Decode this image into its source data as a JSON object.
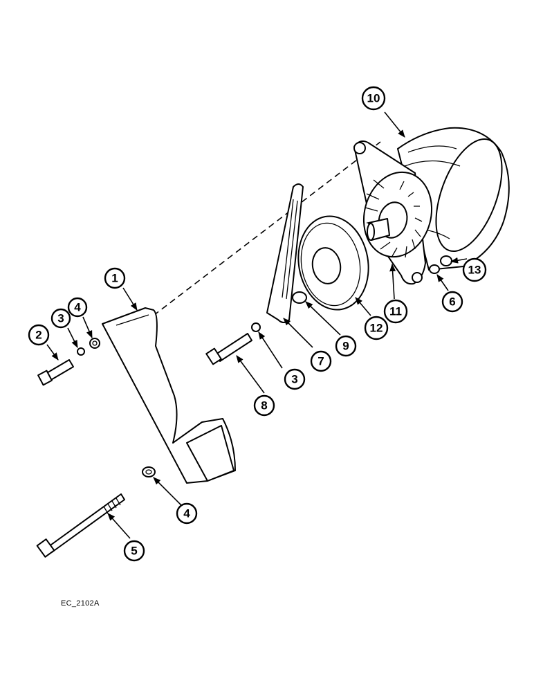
{
  "reference_code": "EC_2102A",
  "callouts": [
    {
      "id": "c1",
      "label": "1"
    },
    {
      "id": "c2",
      "label": "2"
    },
    {
      "id": "c3a",
      "label": "3"
    },
    {
      "id": "c4a",
      "label": "4"
    },
    {
      "id": "c3b",
      "label": "3"
    },
    {
      "id": "c4b",
      "label": "4"
    },
    {
      "id": "c5",
      "label": "5"
    },
    {
      "id": "c6",
      "label": "6"
    },
    {
      "id": "c7",
      "label": "7"
    },
    {
      "id": "c8",
      "label": "8"
    },
    {
      "id": "c9",
      "label": "9"
    },
    {
      "id": "c10",
      "label": "10"
    },
    {
      "id": "c11",
      "label": "11"
    },
    {
      "id": "c12",
      "label": "12"
    },
    {
      "id": "c13",
      "label": "13"
    }
  ]
}
